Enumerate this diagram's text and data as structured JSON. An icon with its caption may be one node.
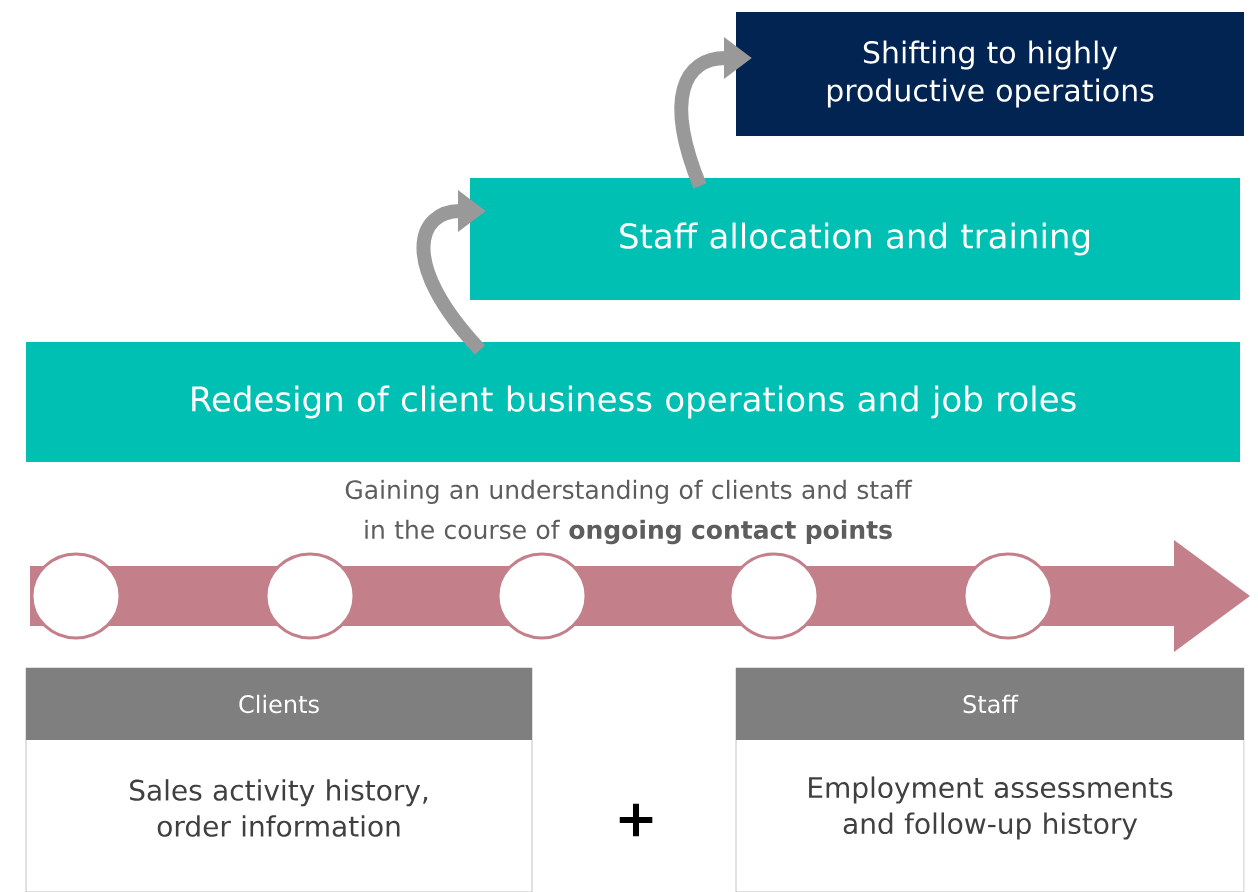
{
  "diagram": {
    "nodes": [
      {
        "text": [
          "Shifting to highly productive operations"
        ]
      },
      {
        "text": [
          "Staff allocation and training"
        ]
      },
      {
        "text": [
          "Redesign of client business operations and job roles"
        ]
      },
      {
        "text": [
          "Clients",
          "Sales activity history, order information"
        ]
      },
      {
        "text": [
          "Staff",
          "Employment assessments and follow-up history"
        ]
      },
      {
        "text": [],
        "shape": "circle"
      },
      {
        "text": [],
        "shape": "circle"
      },
      {
        "text": [],
        "shape": "circle"
      },
      {
        "text": [],
        "shape": "circle"
      },
      {
        "text": [],
        "shape": "circle"
      }
    ],
    "edges": [
      {
        "from": 2,
        "to": 1,
        "arrow": "to"
      },
      {
        "from": 1,
        "to": 0,
        "arrow": "to"
      }
    ],
    "labels": [
      "Gaining an understanding of clients and staff in the course of **ongoing contact points**",
      "+"
    ]
  }
}
